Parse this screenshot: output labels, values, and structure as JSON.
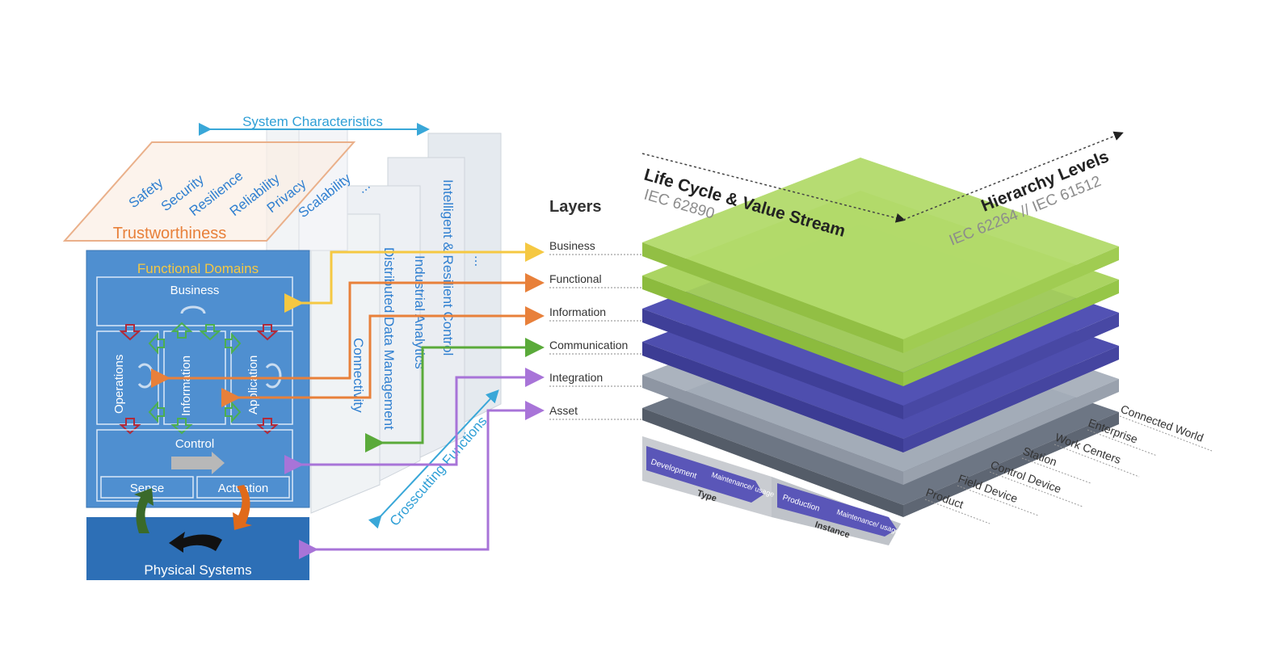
{
  "left_model": {
    "system_characteristics": "System Characteristics",
    "characteristics": [
      "Safety",
      "Security",
      "Resilience",
      "Reliability",
      "Privacy",
      "Scalability"
    ],
    "characteristics_more": "...",
    "trustworthiness": "Trustworthiness",
    "functional_domains": "Functional Domains",
    "domains": {
      "business": "Business",
      "operations": "Operations",
      "information": "Information",
      "application": "Application",
      "control": "Control",
      "sense": "Sense",
      "actuation": "Actuation"
    },
    "physical_systems": "Physical Systems",
    "crosscutting": [
      "Connectivity",
      "Distributed Data Management",
      "Industrial Analytics",
      "Intelligent & Resilient Control"
    ],
    "crosscutting_more": "...",
    "crosscutting_functions": "Crosscutting Functions"
  },
  "layers": {
    "title": "Layers",
    "items": [
      "Business",
      "Functional",
      "Information",
      "Communication",
      "Integration",
      "Asset"
    ]
  },
  "rami": {
    "life_cycle": "Life Cycle & Value Stream",
    "life_cycle_std": "IEC 62890",
    "hierarchy": "Hierarchy Levels",
    "hierarchy_std": "IEC 62264 // IEC 61512",
    "hierarchy_items": [
      "Connected World",
      "Enterprise",
      "Work Centers",
      "Station",
      "Control Device",
      "Field Device",
      "Product"
    ],
    "type_steps": [
      "Development",
      "Maintenance/ usage"
    ],
    "type_label": "Type",
    "instance_steps": [
      "Production",
      "Maintenance/ usage"
    ],
    "instance_label": "Instance"
  },
  "colors": {
    "business_arrow": "#f5c842",
    "functional_arrow": "#e8803a",
    "information_arrow": "#e8803a",
    "communication_arrow": "#5aaa3a",
    "integration_arrow": "#a874d8",
    "asset_arrow": "#a874d8",
    "domain_blue": "#4f8fd0",
    "physical_blue": "#2d6fb6",
    "green_layer": "#9ccc44",
    "purple_layer": "#4a4aa8",
    "gray_layer": "#8c96a6",
    "text_blue": "#2f7fd0",
    "trust_orange": "#e8803a"
  }
}
